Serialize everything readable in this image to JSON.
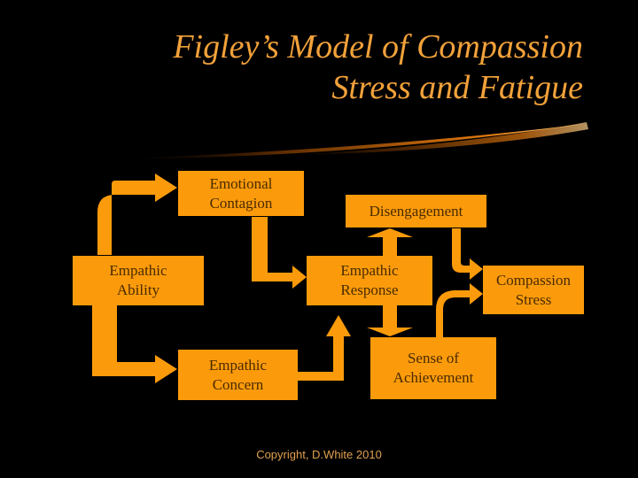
{
  "title": {
    "line1": "Figley’s Model of Compassion",
    "line2": "Stress and Fatigue"
  },
  "nodes": {
    "emotional_contagion": [
      "Emotional",
      "Contagion"
    ],
    "disengagement": [
      "Disengagement"
    ],
    "empathic_ability": [
      "Empathic",
      "Ability"
    ],
    "empathic_response": [
      "Empathic",
      "Response"
    ],
    "compassion_stress": [
      "Compassion",
      "Stress"
    ],
    "sense_of_achievement": [
      "Sense of",
      "Achievement"
    ],
    "empathic_concern": [
      "Empathic",
      "Concern"
    ]
  },
  "footer": "Copyright, D.White 2010",
  "colors": {
    "background": "#000000",
    "title": "#f2a13a",
    "box_fill": "#fb9b0b",
    "box_text": "#4a2a00",
    "arrow": "#fb9b0b"
  }
}
